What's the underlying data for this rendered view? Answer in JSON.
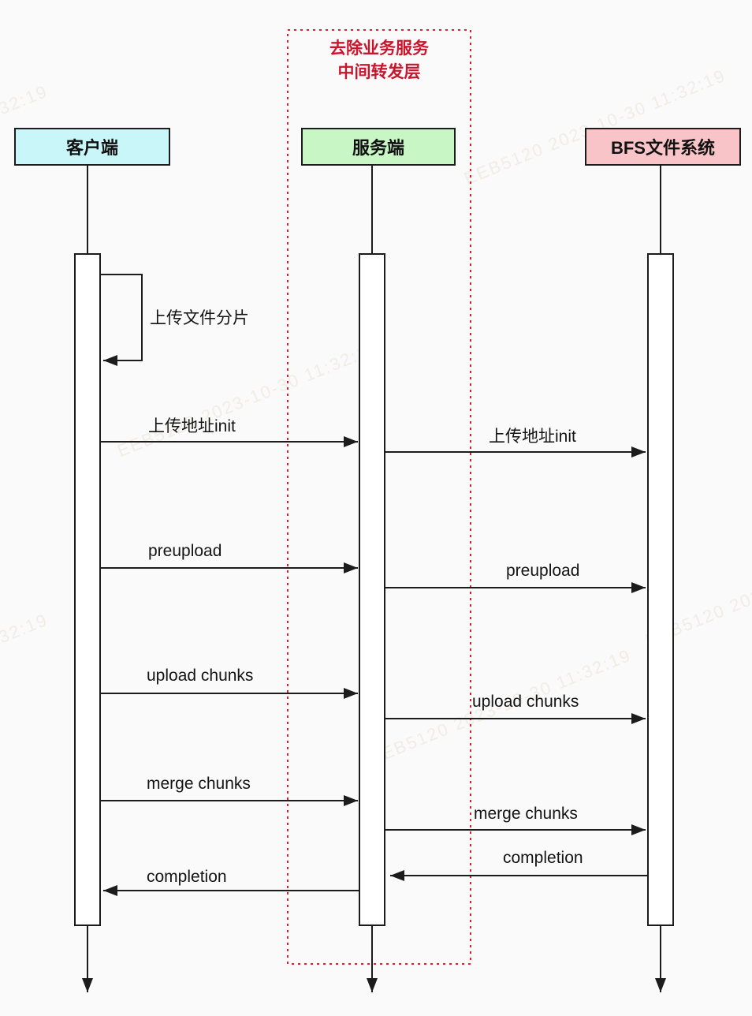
{
  "page": {
    "background": "#FAFAFA"
  },
  "watermark": {
    "text": "EEB5120 2023-10-30 11:32:19",
    "color": "#F1ECE4"
  },
  "annotation": {
    "line1": "去除业务服务",
    "line2": "中间转发层",
    "color": "#C9162C",
    "border_color": "#D9232E"
  },
  "actors": [
    {
      "id": "client",
      "label": "客户端",
      "color": "#C9F6F9"
    },
    {
      "id": "server",
      "label": "服务端",
      "color": "#C9F6C5"
    },
    {
      "id": "bfs",
      "label": "BFS文件系统",
      "color": "#F9C4C7"
    }
  ],
  "messages": [
    {
      "label": "上传文件分片",
      "from": "client",
      "to": "client",
      "type": "self"
    },
    {
      "label": "上传地址init",
      "from": "client",
      "to": "server",
      "type": "call"
    },
    {
      "label": "上传地址init",
      "from": "server",
      "to": "bfs",
      "type": "call"
    },
    {
      "label": "preupload",
      "from": "client",
      "to": "server",
      "type": "call"
    },
    {
      "label": "preupload",
      "from": "server",
      "to": "bfs",
      "type": "call"
    },
    {
      "label": "upload chunks",
      "from": "client",
      "to": "server",
      "type": "call"
    },
    {
      "label": "upload chunks",
      "from": "server",
      "to": "bfs",
      "type": "call"
    },
    {
      "label": "merge chunks",
      "from": "client",
      "to": "server",
      "type": "call"
    },
    {
      "label": "merge chunks",
      "from": "server",
      "to": "bfs",
      "type": "call"
    },
    {
      "label": "completion",
      "from": "bfs",
      "to": "server",
      "type": "return"
    },
    {
      "label": "completion",
      "from": "server",
      "to": "client",
      "type": "return"
    }
  ],
  "line_color": "#1C1C1C"
}
